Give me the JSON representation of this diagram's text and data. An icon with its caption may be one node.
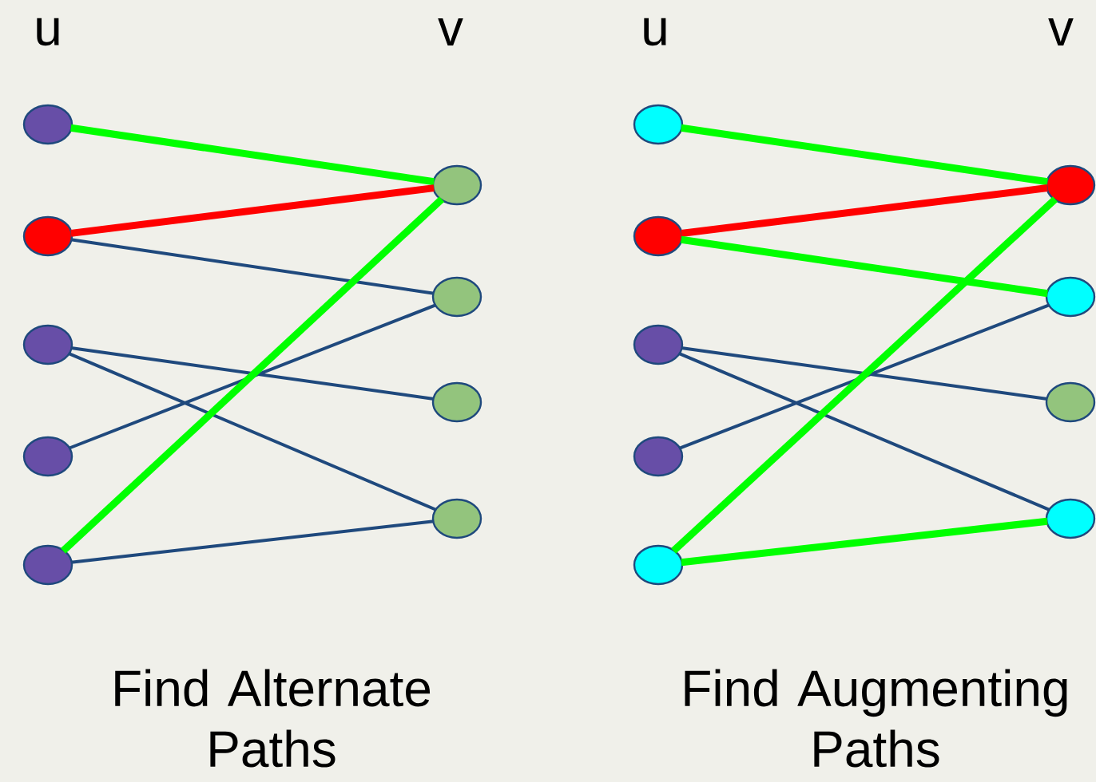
{
  "diagram": {
    "nodes": [
      {
        "text": [],
        "shape": "circle"
      },
      {
        "text": [],
        "shape": "circle"
      },
      {
        "text": [],
        "shape": "circle"
      },
      {
        "text": [],
        "shape": "circle"
      },
      {
        "text": [],
        "shape": "circle"
      },
      {
        "text": [],
        "shape": "circle"
      },
      {
        "text": [],
        "shape": "circle"
      },
      {
        "text": [],
        "shape": "circle"
      },
      {
        "text": [],
        "shape": "circle"
      },
      {
        "text": [],
        "shape": "circle"
      },
      {
        "text": [],
        "shape": "circle"
      },
      {
        "text": [],
        "shape": "circle"
      },
      {
        "text": [],
        "shape": "circle"
      },
      {
        "text": [],
        "shape": "circle"
      },
      {
        "text": [],
        "shape": "circle"
      },
      {
        "text": [],
        "shape": "circle"
      },
      {
        "text": [],
        "shape": "circle"
      },
      {
        "text": [],
        "shape": "circle"
      }
    ],
    "edges": [
      {
        "from": 0,
        "to": 5,
        "arrow": "none",
        "style": "thick",
        "color": "#00ff00"
      },
      {
        "from": 1,
        "to": 5,
        "arrow": "none",
        "style": "thick",
        "color": "#ff0000"
      },
      {
        "from": 1,
        "to": 6,
        "arrow": "none",
        "color": "#1f497d"
      },
      {
        "from": 2,
        "to": 7,
        "arrow": "none",
        "color": "#1f497d"
      },
      {
        "from": 2,
        "to": 8,
        "arrow": "none",
        "color": "#1f497d"
      },
      {
        "from": 3,
        "to": 6,
        "arrow": "none",
        "color": "#1f497d"
      },
      {
        "from": 4,
        "to": 5,
        "arrow": "none",
        "style": "thick",
        "color": "#00ff00"
      },
      {
        "from": 4,
        "to": 8,
        "arrow": "none",
        "color": "#1f497d"
      },
      {
        "from": 9,
        "to": 14,
        "arrow": "none",
        "style": "thick",
        "color": "#00ff00"
      },
      {
        "from": 10,
        "to": 14,
        "arrow": "none",
        "style": "thick",
        "color": "#ff0000"
      },
      {
        "from": 10,
        "to": 15,
        "arrow": "none",
        "style": "thick",
        "color": "#00ff00"
      },
      {
        "from": 11,
        "to": 16,
        "arrow": "none",
        "color": "#1f497d"
      },
      {
        "from": 11,
        "to": 17,
        "arrow": "none",
        "color": "#1f497d"
      },
      {
        "from": 12,
        "to": 15,
        "arrow": "none",
        "color": "#1f497d"
      },
      {
        "from": 13,
        "to": 14,
        "arrow": "none",
        "style": "thick",
        "color": "#00ff00"
      },
      {
        "from": 13,
        "to": 17,
        "arrow": "none",
        "style": "thick",
        "color": "#00ff00"
      }
    ],
    "labels": [
      "u",
      "v",
      "u",
      "v",
      "Find Alternate Paths",
      "Find Augmenting Paths"
    ]
  }
}
